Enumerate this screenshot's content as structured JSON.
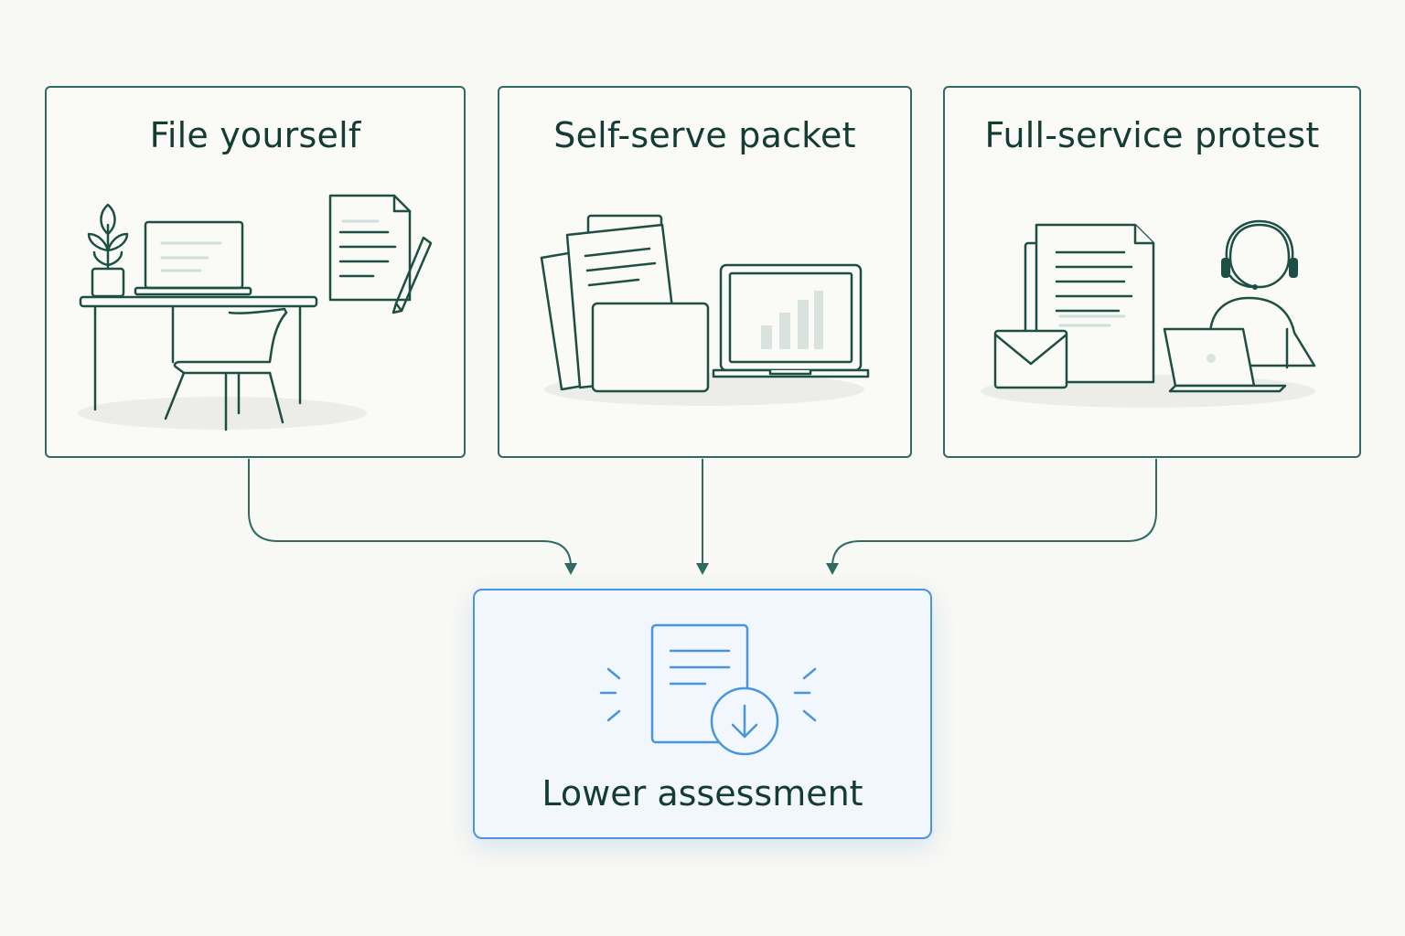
{
  "options": [
    {
      "title": "File yourself",
      "icon": "desk-laptop-document-icon"
    },
    {
      "title": "Self-serve packet",
      "icon": "packet-documents-laptop-icon"
    },
    {
      "title": "Full-service protest",
      "icon": "agent-support-icon"
    }
  ],
  "result": {
    "title": "Lower assessment",
    "icon": "document-download-icon"
  },
  "colors": {
    "card_border": "#2f6b62",
    "line_art": "#1d4f45",
    "result_border": "#4a95db",
    "result_fill": "#f1f7fc",
    "background": "#f8f8f4"
  }
}
